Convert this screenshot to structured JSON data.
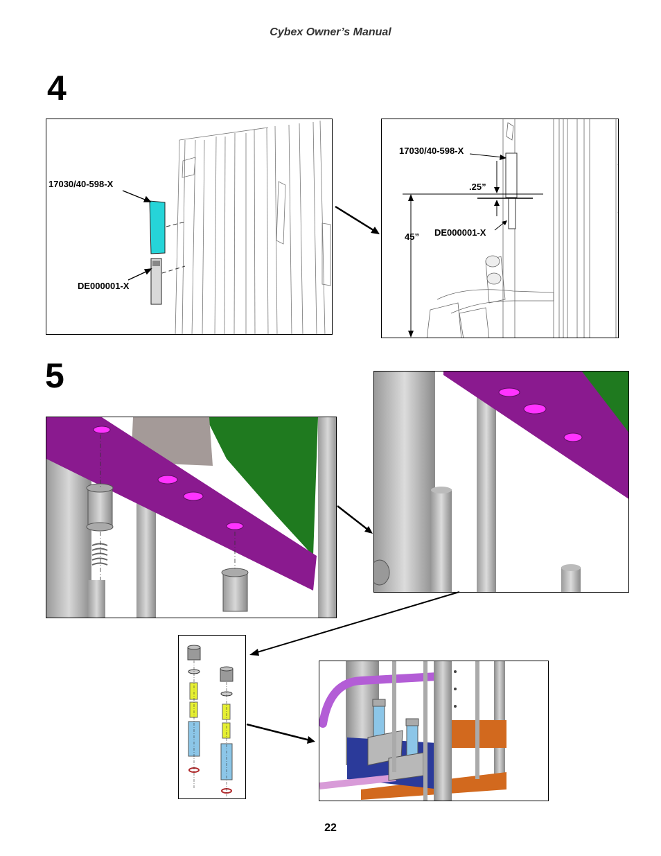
{
  "header": {
    "title": "Cybex Owner’s Manual"
  },
  "steps": {
    "step4": "4",
    "step5": "5"
  },
  "step4": {
    "left_panel": {
      "label_decal": "17030/40-598-X",
      "label_plate": "DE000001-X"
    },
    "right_panel": {
      "label_decal": "17030/40-598-X",
      "label_gap": ".25”",
      "label_plate": "DE000001-X",
      "label_height": "45”"
    }
  },
  "page_number": "22",
  "colors": {
    "decal": "#26d4d8",
    "purple_frame": "#8a1a8f",
    "purple_hole": "#ff33ff",
    "green_shroud": "#1f7a1f",
    "gray_post": "#a8a8a8",
    "yellow_spring": "#e6f032",
    "blue_bumper": "#8cc6e8",
    "red_ring": "#b0282a",
    "orange_plate": "#d2691e",
    "navy_bracket": "#2b3a9a"
  }
}
